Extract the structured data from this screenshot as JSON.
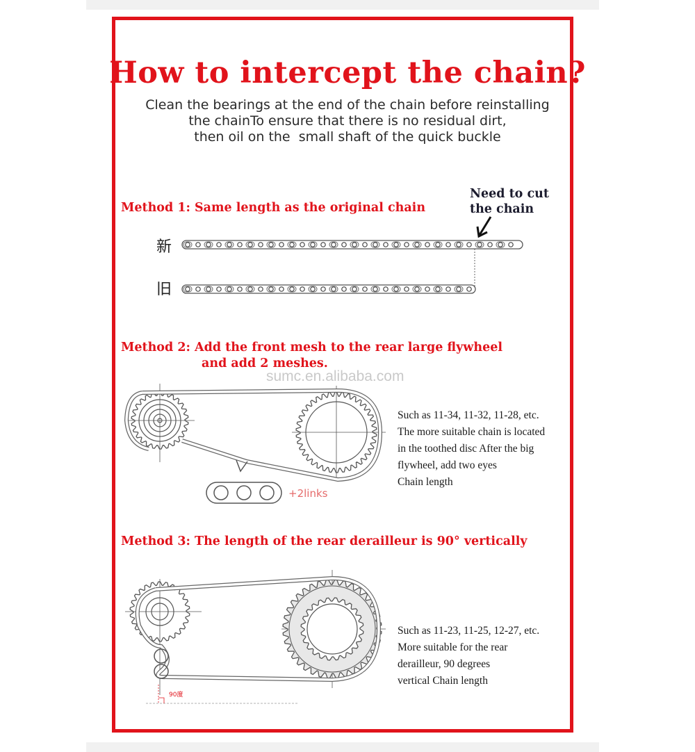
{
  "header": {
    "title": "How to intercept the chain?",
    "subtitle_lines": [
      "Clean the bearings at the end of the chain before reinstalling",
      "the chainTo ensure that there is no residual dirt,",
      "then oil on the  small shaft of the quick buckle"
    ]
  },
  "method1": {
    "heading": "Method 1: Same length as the original chain",
    "callout_lines": [
      "Need to cut",
      "the chain"
    ],
    "new_label": "新",
    "old_label": "旧"
  },
  "method2": {
    "heading_lines": [
      "Method 2: Add the front mesh to the rear large flywheel",
      "and add 2 meshes."
    ],
    "watermark": "sumc.en.alibaba.com",
    "links_label": "+2links",
    "note_lines": [
      "Such as 11-34, 11-32, 11-28, etc.",
      "The more suitable chain is located",
      "in the toothed disc After the big",
      "flywheel, add two eyes",
      "Chain length"
    ]
  },
  "method3": {
    "heading": "Method 3: The length of the rear derailleur is 90° vertically",
    "degree_label": "90度",
    "note_lines": [
      "Such as 11-23, 11-25, 12-27, etc.",
      "More suitable for the rear",
      "derailleur, 90 degrees",
      "vertical Chain length"
    ]
  },
  "colors": {
    "accent": "#e1131b",
    "text": "#2a2a2a",
    "line_art": "#555555",
    "watermark": "#c9c9c9"
  }
}
